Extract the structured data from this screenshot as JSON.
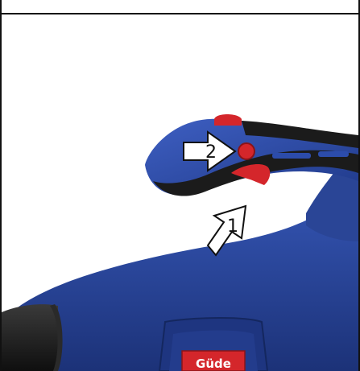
{
  "callouts": {
    "step_1": "1",
    "step_2": "2"
  },
  "brand": {
    "logo_text": "Güde"
  },
  "colors": {
    "body_blue": "#2b4aa0",
    "body_blue_dark": "#1a2f73",
    "grip_black": "#1b1b1b",
    "accent_red": "#d4262b",
    "outline": "#111111"
  }
}
